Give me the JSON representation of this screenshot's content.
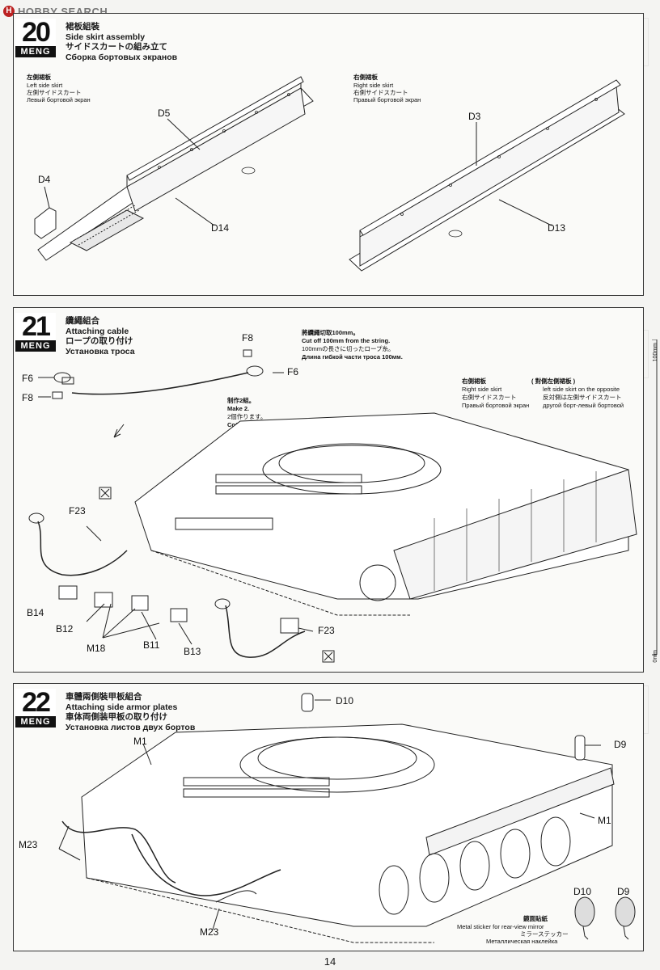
{
  "watermark": {
    "text": "HOBBY SEARCH"
  },
  "page_number": "14",
  "brand": "MENG",
  "steps": [
    {
      "number": "20",
      "title_zh": "裙板組裝",
      "title_en": "Side skirt assembly",
      "title_ja": "サイドスカートの組み立て",
      "title_ru": "Сборка бортовых экранов",
      "left_caption": {
        "zh": "左側裙板",
        "en": "Left side skirt",
        "ja": "左側サイドスカート",
        "ru": "Левый бортовой экран"
      },
      "right_caption": {
        "zh": "右側裙板",
        "en": "Right side skirt",
        "ja": "右側サイドスカート",
        "ru": "Правый бортовой экран"
      },
      "parts": [
        "D5",
        "D4",
        "D14",
        "D3",
        "D13"
      ]
    },
    {
      "number": "21",
      "title_zh": "纜繩組合",
      "title_en": "Attaching cable",
      "title_ja": "ロープの取り付け",
      "title_ru": "Установка троса",
      "cut_note": {
        "zh": "將纜繩切取100mm。",
        "en": "Cut off 100mm from the string.",
        "ja": "100mmの長さに切ったロープ糸。",
        "ru": "Длина гибкой части троса 100мм."
      },
      "make_note": {
        "zh": "制作2組。",
        "en": "Make 2.",
        "ja": "2個作ります。",
        "ru": "Собрать 2."
      },
      "skirt_note": {
        "zh": "右側裙板",
        "en": "Right side skirt",
        "ja": "右側サイドスカート",
        "ru": "Правый бортовой экран"
      },
      "opposite_note": {
        "zh": "( 對側左側裙板 )",
        "en": "left side skirt on the opposite",
        "ja": "反対側は左側サイドスカート",
        "ru": "другой борт-левый бортовой"
      },
      "parts": [
        "F8",
        "F6",
        "F6",
        "F8",
        "F23",
        "B14",
        "B12",
        "M18",
        "B11",
        "B13",
        "F23"
      ]
    },
    {
      "number": "22",
      "title_zh": "車體兩側裝甲板組合",
      "title_en": "Attaching side armor plates",
      "title_ja": "車体両側装甲板の取り付け",
      "title_ru": "Установка листов двух бортов",
      "sticker_note": {
        "zh": "鏡面貼紙",
        "en": "Metal sticker for rear-view mirror",
        "ja": "ミラーステッカー",
        "ru": "Металлическая наклейка"
      },
      "parts": [
        "D10",
        "M1",
        "D9",
        "M1",
        "M23",
        "M23",
        "D10",
        "D9"
      ]
    }
  ],
  "ruler": {
    "top": "100mm",
    "bottom": "0mm"
  }
}
